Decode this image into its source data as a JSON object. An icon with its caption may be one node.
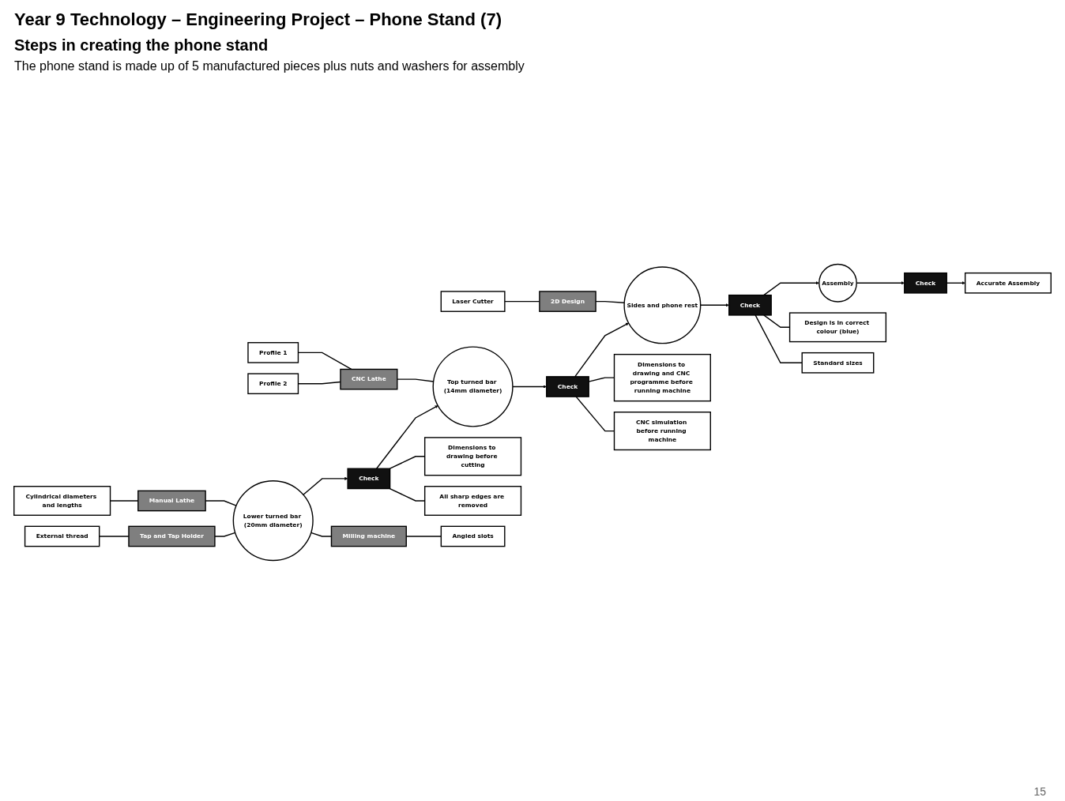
{
  "diagram": {
    "title": "Year 9 Technology – Engineering Project – Phone Stand (7)",
    "nodes": [
      {
        "text": [
          "Accurate Assembly"
        ]
      },
      {
        "text": [
          "Check"
        ]
      },
      {
        "text": [
          "Cylindrical diameters and lengths"
        ]
      },
      {
        "text": [
          "External thread"
        ]
      },
      {
        "text": [
          "Profile 1"
        ]
      },
      {
        "text": [
          "Profile 2"
        ]
      },
      {
        "text": [
          "Laser Cutter"
        ]
      },
      {
        "text": [
          "Assembly"
        ]
      },
      {
        "text": [
          "Manual Lathe"
        ]
      },
      {
        "text": [
          "Tap and Tap Holder"
        ]
      },
      {
        "text": [
          "CNC Lathe"
        ]
      },
      {
        "text": [
          "2D Design"
        ]
      },
      {
        "text": [
          "Lower turned bar (20mm diameter)"
        ]
      },
      {
        "text": [
          "Check"
        ]
      },
      {
        "text": [
          "Top turned bar (14mm diameter)"
        ]
      },
      {
        "text": [
          "Check"
        ]
      },
      {
        "text": [
          "Sides and phone rest"
        ]
      },
      {
        "text": [
          "Check"
        ]
      },
      {
        "text": [
          "Milling machine"
        ]
      },
      {
        "text": [
          "Dimensions to drawing before cutting"
        ]
      },
      {
        "text": [
          "All sharp edges are removed"
        ]
      },
      {
        "text": [
          "Dimensions to drawing and CNC programme before running machine"
        ]
      },
      {
        "text": [
          "CNC simulation before running machine"
        ]
      },
      {
        "text": [
          "Design is in correct colour (blue)"
        ]
      },
      {
        "text": [
          "Standard sizes"
        ]
      },
      {
        "text": [
          "Angled slots"
        ]
      }
    ],
    "edges": [
      {
        "from": 2,
        "to": 8,
        "arrow": "none"
      },
      {
        "from": 3,
        "to": 9,
        "arrow": "none"
      },
      {
        "from": 4,
        "to": 10,
        "arrow": "none"
      },
      {
        "from": 5,
        "to": 10,
        "arrow": "none"
      },
      {
        "from": 6,
        "to": 11,
        "arrow": "none"
      },
      {
        "from": 8,
        "to": 12,
        "arrow": "none"
      },
      {
        "from": 9,
        "to": 12,
        "arrow": "none"
      },
      {
        "from": 10,
        "to": 14,
        "arrow": "none"
      },
      {
        "from": 11,
        "to": 16,
        "arrow": "none"
      },
      {
        "from": 12,
        "to": 18,
        "arrow": "none"
      },
      {
        "from": 18,
        "to": 25,
        "arrow": "none"
      },
      {
        "from": 12,
        "to": 13,
        "arrow": "to"
      },
      {
        "from": 13,
        "to": 14,
        "arrow": "to"
      },
      {
        "from": 14,
        "to": 15,
        "arrow": "to"
      },
      {
        "from": 15,
        "to": 16,
        "arrow": "to"
      },
      {
        "from": 16,
        "to": 17,
        "arrow": "to"
      },
      {
        "from": 17,
        "to": 7,
        "arrow": "to"
      },
      {
        "from": 7,
        "to": 1,
        "arrow": "to"
      },
      {
        "from": 1,
        "to": 0,
        "arrow": "to"
      },
      {
        "from": 13,
        "to": 19,
        "arrow": "none"
      },
      {
        "from": 13,
        "to": 20,
        "arrow": "none"
      },
      {
        "from": 15,
        "to": 21,
        "arrow": "none"
      },
      {
        "from": 15,
        "to": 22,
        "arrow": "none"
      },
      {
        "from": 17,
        "to": 23,
        "arrow": "none"
      },
      {
        "from": 17,
        "to": 24,
        "arrow": "none"
      }
    ],
    "labels": [
      "Steps in creating the phone stand",
      "The phone stand is made up of 5 manufactured pieces plus nuts and washers for assembly",
      "15"
    ]
  }
}
